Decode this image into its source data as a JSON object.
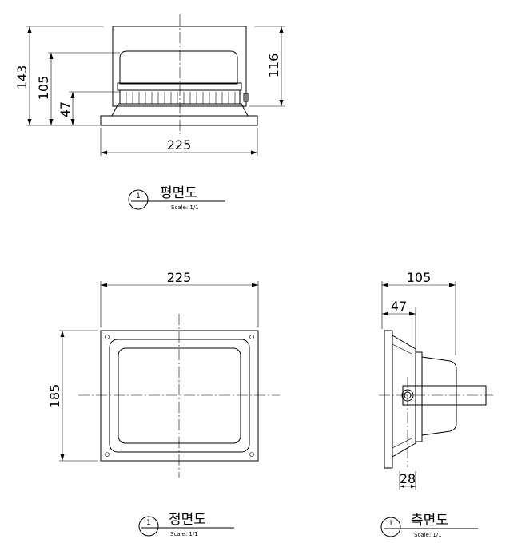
{
  "views": {
    "plan": {
      "title": "평면도",
      "scale": "Scale: 1/1",
      "number": "1",
      "dims": {
        "overall_height": "143",
        "body_height": "105",
        "base_height": "47",
        "right_height": "116",
        "width": "225"
      }
    },
    "front": {
      "title": "정면도",
      "scale": "Scale: 1/1",
      "number": "1",
      "dims": {
        "width": "225",
        "height": "185"
      }
    },
    "side": {
      "title": "측면도",
      "scale": "Scale: 1/1",
      "number": "1",
      "dims": {
        "depth": "105",
        "flange_depth": "47",
        "mount": "28"
      }
    }
  }
}
